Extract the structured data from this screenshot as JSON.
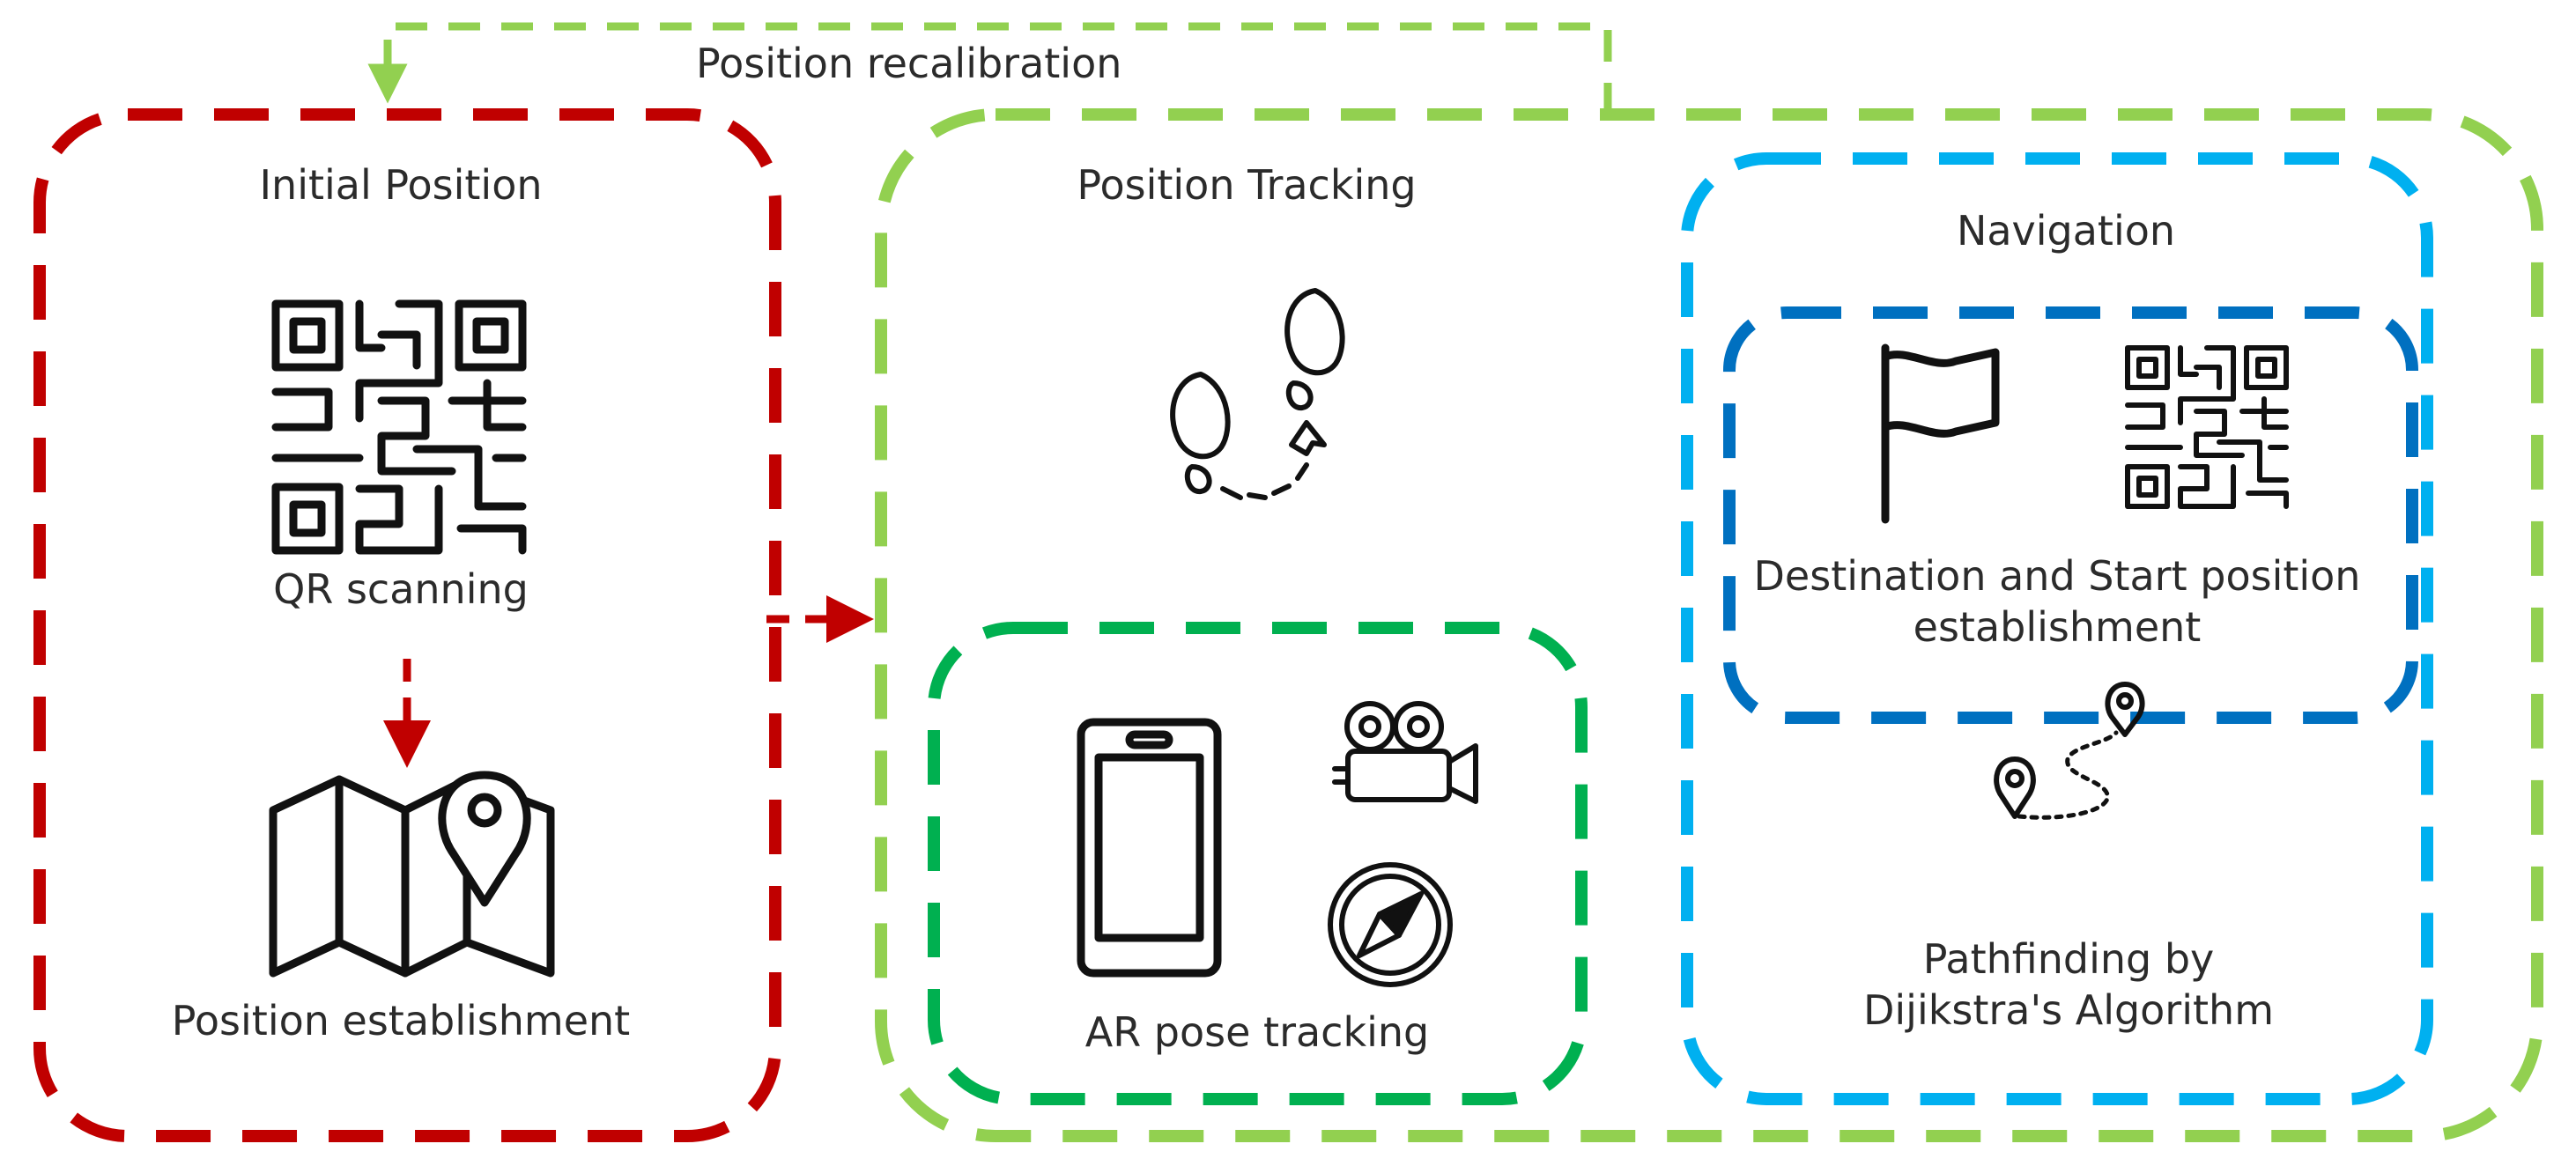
{
  "recalibration": {
    "label": "Position recalibration"
  },
  "initial": {
    "title": "Initial Position",
    "qr_label": "QR scanning",
    "map_label": "Position establishment"
  },
  "tracking": {
    "title": "Position Tracking",
    "ar_label": "AR pose tracking"
  },
  "navigation": {
    "title": "Navigation",
    "dest_line1": "Destination and Start position",
    "dest_line2": "establishment",
    "path_line1": "Pathfinding by",
    "path_line2": "Dijikstra's Algorithm"
  },
  "colors": {
    "initial_border": "#c00000",
    "tracking_border": "#92d050",
    "ar_border": "#00b050",
    "navigation_border": "#00b0f0",
    "destination_border": "#0070c0",
    "recalibration_arrow": "#92d050"
  },
  "icons": [
    "qr-code-icon",
    "map-pin-icon",
    "footsteps-icon",
    "smartphone-icon",
    "video-camera-icon",
    "compass-icon",
    "flag-icon",
    "route-icon"
  ]
}
